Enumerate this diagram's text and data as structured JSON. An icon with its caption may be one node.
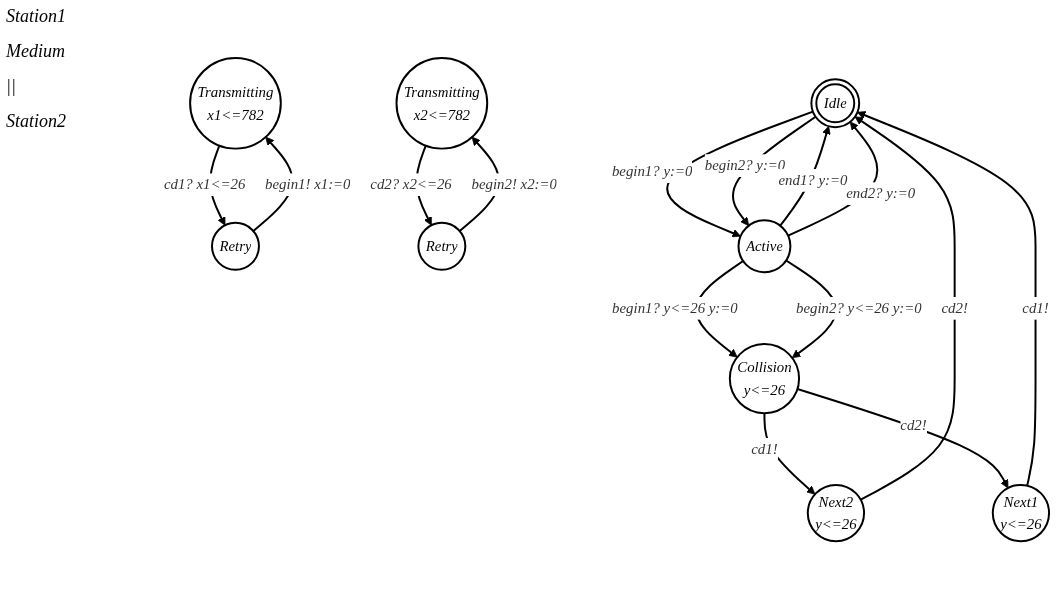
{
  "diagram": {
    "nodes": [
      {
        "text": [
          "Transmitting",
          "x1<=782"
        ]
      },
      {
        "text": [
          "Retry"
        ]
      },
      {
        "text": [
          "Transmitting",
          "x2<=782"
        ]
      },
      {
        "text": [
          "Retry"
        ]
      },
      {
        "text": [
          "Idle"
        ]
      },
      {
        "text": [
          "Active"
        ]
      },
      {
        "text": [
          "Next1",
          "y<=26"
        ]
      },
      {
        "text": [
          "Next2",
          "y<=26"
        ]
      },
      {
        "text": [
          "Collision",
          "y<=26"
        ]
      }
    ],
    "edges": [
      {
        "from": 1,
        "to": 0,
        "arrow": "to",
        "label": "begin1! x1:=0"
      },
      {
        "from": 0,
        "to": 1,
        "arrow": "to",
        "label": "cd1? x1<=26"
      },
      {
        "from": 3,
        "to": 2,
        "arrow": "to",
        "label": "begin2! x2:=0"
      },
      {
        "from": 2,
        "to": 3,
        "arrow": "to",
        "label": "cd2? x2<=26"
      },
      {
        "from": 4,
        "to": 5,
        "arrow": "to",
        "label": "begin1? y:=0"
      },
      {
        "from": 4,
        "to": 5,
        "arrow": "to",
        "label": "begin2? y:=0"
      },
      {
        "from": 5,
        "to": 4,
        "arrow": "to",
        "label": "end1? y:=0"
      },
      {
        "from": 5,
        "to": 4,
        "arrow": "to",
        "label": "end2? y:=0"
      },
      {
        "from": 5,
        "to": 8,
        "arrow": "to",
        "label": "begin1? y<=26 y:=0"
      },
      {
        "from": 5,
        "to": 8,
        "arrow": "to",
        "label": "begin2? y<=26 y:=0"
      },
      {
        "from": 8,
        "to": 7,
        "arrow": "to",
        "label": "cd1!"
      },
      {
        "from": 8,
        "to": 6,
        "arrow": "to",
        "label": "cd2!"
      },
      {
        "from": 6,
        "to": 4,
        "arrow": "to",
        "label": "cd1!"
      },
      {
        "from": 7,
        "to": 4,
        "arrow": "to",
        "label": "cd2!"
      }
    ],
    "labels": [
      "Station1",
      "Medium",
      "||",
      "Station2"
    ]
  }
}
